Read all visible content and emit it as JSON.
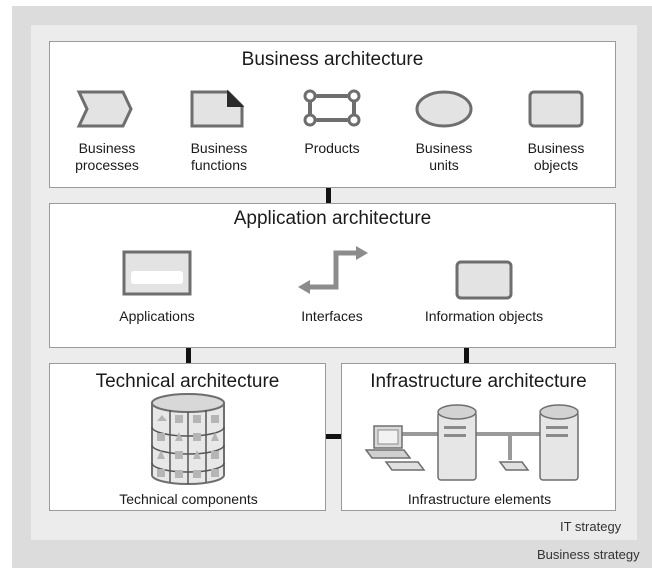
{
  "business_strategy": {
    "label": "Business strategy"
  },
  "it_strategy": {
    "label": "IT strategy"
  },
  "business_architecture": {
    "title": "Business architecture",
    "items": [
      {
        "icon": "process-chevron-icon",
        "label": "Business\nprocesses"
      },
      {
        "icon": "function-document-icon",
        "label": "Business\nfunctions"
      },
      {
        "icon": "product-frame-icon",
        "label": "Products"
      },
      {
        "icon": "unit-ellipse-icon",
        "label": "Business\nunits"
      },
      {
        "icon": "object-rectangle-icon",
        "label": "Business\nobjects"
      }
    ]
  },
  "application_architecture": {
    "title": "Application architecture",
    "items": [
      {
        "icon": "application-window-icon",
        "label": "Applications"
      },
      {
        "icon": "interface-arrows-icon",
        "label": "Interfaces"
      },
      {
        "icon": "information-object-icon",
        "label": "Information objects"
      }
    ]
  },
  "technical_architecture": {
    "title": "Technical architecture",
    "item": {
      "icon": "component-cylinder-icon",
      "label": "Technical components"
    }
  },
  "infrastructure_architecture": {
    "title": "Infrastructure architecture",
    "item": {
      "icon": "server-network-icon",
      "label": "Infrastructure elements"
    }
  },
  "colors": {
    "icon_fill": "#e3e3e3",
    "icon_stroke": "#6e6e6e",
    "connector": "#111111",
    "business_strategy_bg": "#dcdcdc",
    "it_strategy_bg": "#ececec"
  }
}
